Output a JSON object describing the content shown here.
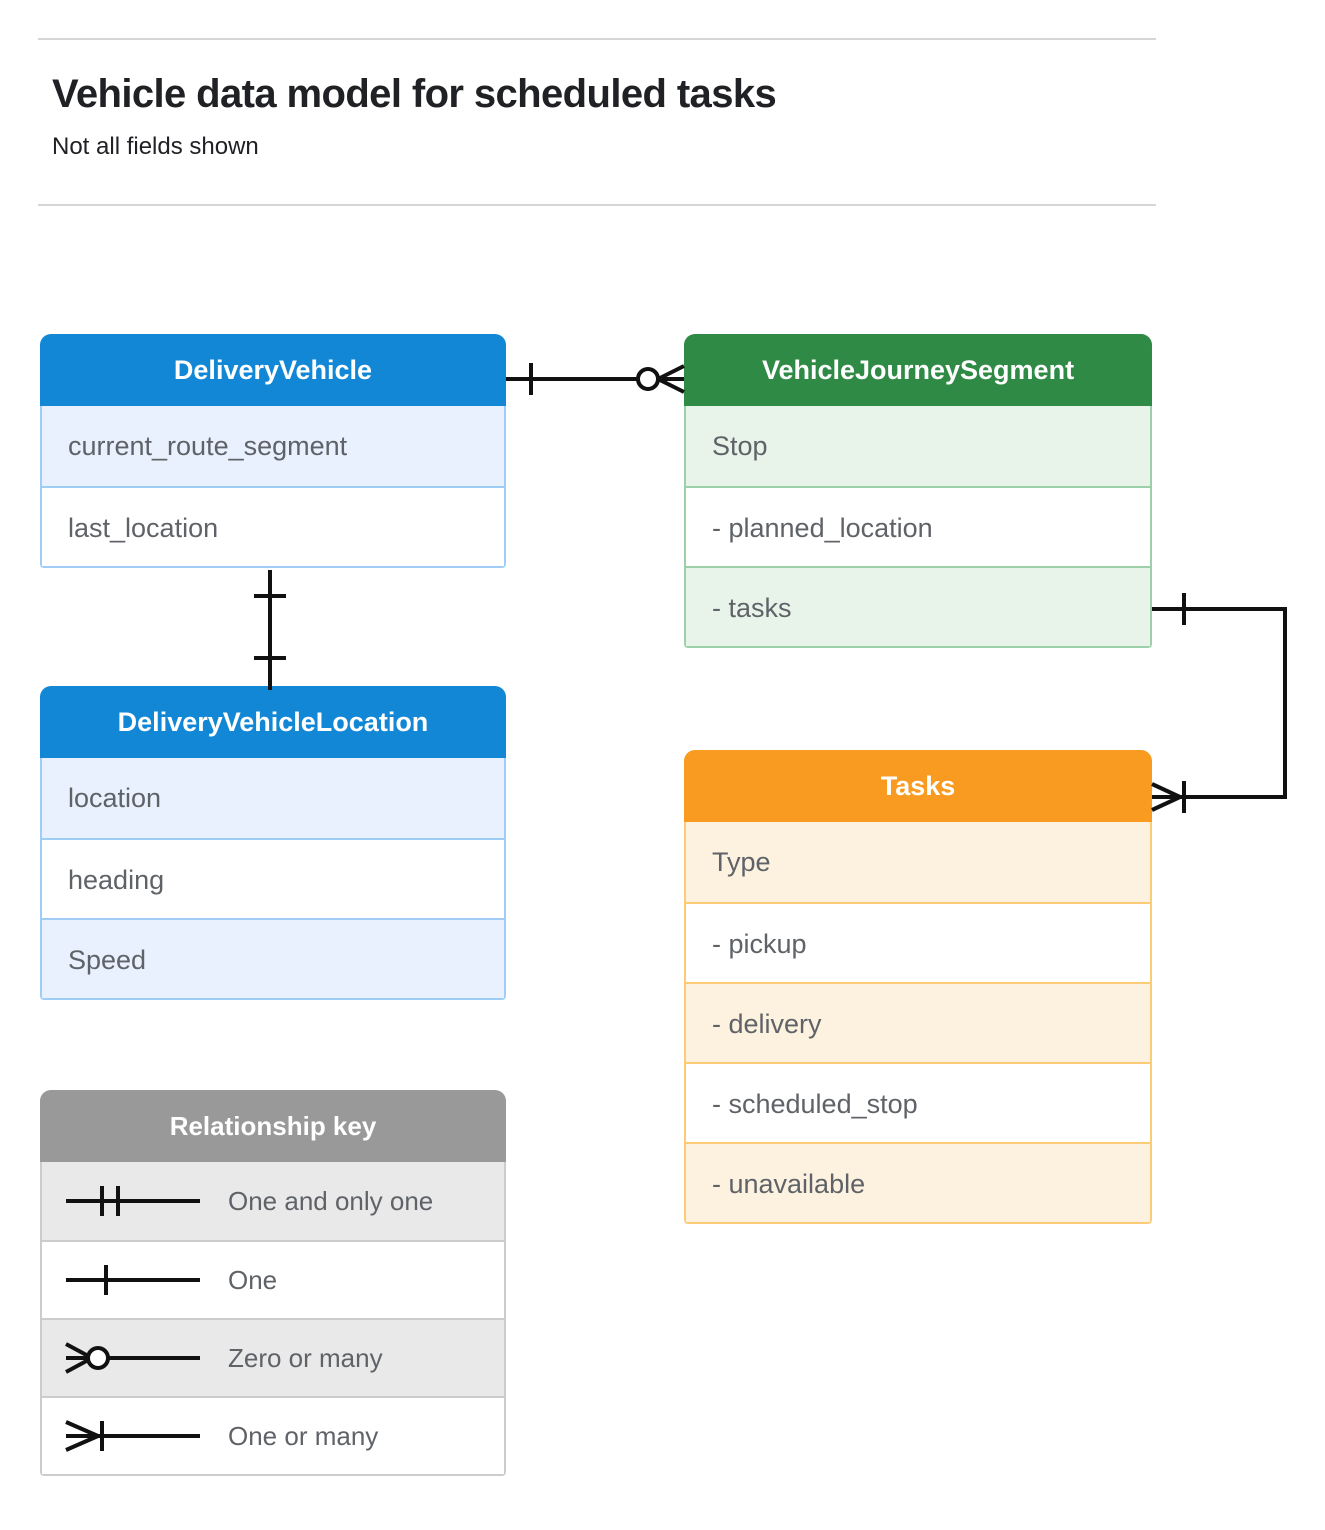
{
  "header": {
    "title": "Vehicle data model for scheduled tasks",
    "subtitle": "Not all fields shown"
  },
  "colors": {
    "blue_header": "#1287d5",
    "blue_row_tint": "#e8f1fd",
    "blue_border": "#9fcdf5",
    "green_header": "#2e8a45",
    "green_row_tint": "#e8f4ea",
    "green_border": "#9bd0a8",
    "orange_header": "#f89b20",
    "orange_row_tint": "#fdf2e0",
    "orange_border": "#fbcb76",
    "gray_header": "#999999",
    "gray_row_tint": "#e9e9e9",
    "gray_border": "#cccccc",
    "connector_line": "#111111",
    "rule": "#d6d6d6",
    "field_text": "#5f6368",
    "title_text": "#202124"
  },
  "entities": [
    {
      "id": "delivery-vehicle",
      "name": "DeliveryVehicle",
      "fields": [
        "current_route_segment",
        "last_location"
      ]
    },
    {
      "id": "delivery-vehicle-location",
      "name": "DeliveryVehicleLocation",
      "fields": [
        "location",
        "heading",
        "Speed"
      ]
    },
    {
      "id": "vehicle-journey-segment",
      "name": "VehicleJourneySegment",
      "fields": [
        "Stop",
        "-  planned_location",
        "- tasks"
      ]
    },
    {
      "id": "tasks",
      "name": "Tasks",
      "fields": [
        "Type",
        "-  pickup",
        "-  delivery",
        "-  scheduled_stop",
        "-  unavailable"
      ]
    }
  ],
  "legend": {
    "title": "Relationship key",
    "items": [
      {
        "symbol": "one-and-only-one-symbol",
        "label": "One and only one"
      },
      {
        "symbol": "one-symbol",
        "label": "One"
      },
      {
        "symbol": "zero-or-many-symbol",
        "label": "Zero or many"
      },
      {
        "symbol": "one-or-many-symbol",
        "label": "One or many"
      }
    ]
  },
  "relationships": [
    {
      "id": "deliveryvehicle-to-vehiclejourneysegment",
      "from": "DeliveryVehicle",
      "to": "VehicleJourneySegment",
      "from_cardinality": "One",
      "to_cardinality": "Zero or many"
    },
    {
      "id": "deliveryvehicle-to-deliveryvehiclelocation",
      "from": "DeliveryVehicle",
      "to": "DeliveryVehicleLocation",
      "from_cardinality": "One",
      "to_cardinality": "One"
    },
    {
      "id": "vehiclejourneysegment-tasks-to-tasks",
      "from": "VehicleJourneySegment.tasks",
      "to": "Tasks",
      "from_cardinality": "One",
      "to_cardinality": "One or many"
    }
  ]
}
